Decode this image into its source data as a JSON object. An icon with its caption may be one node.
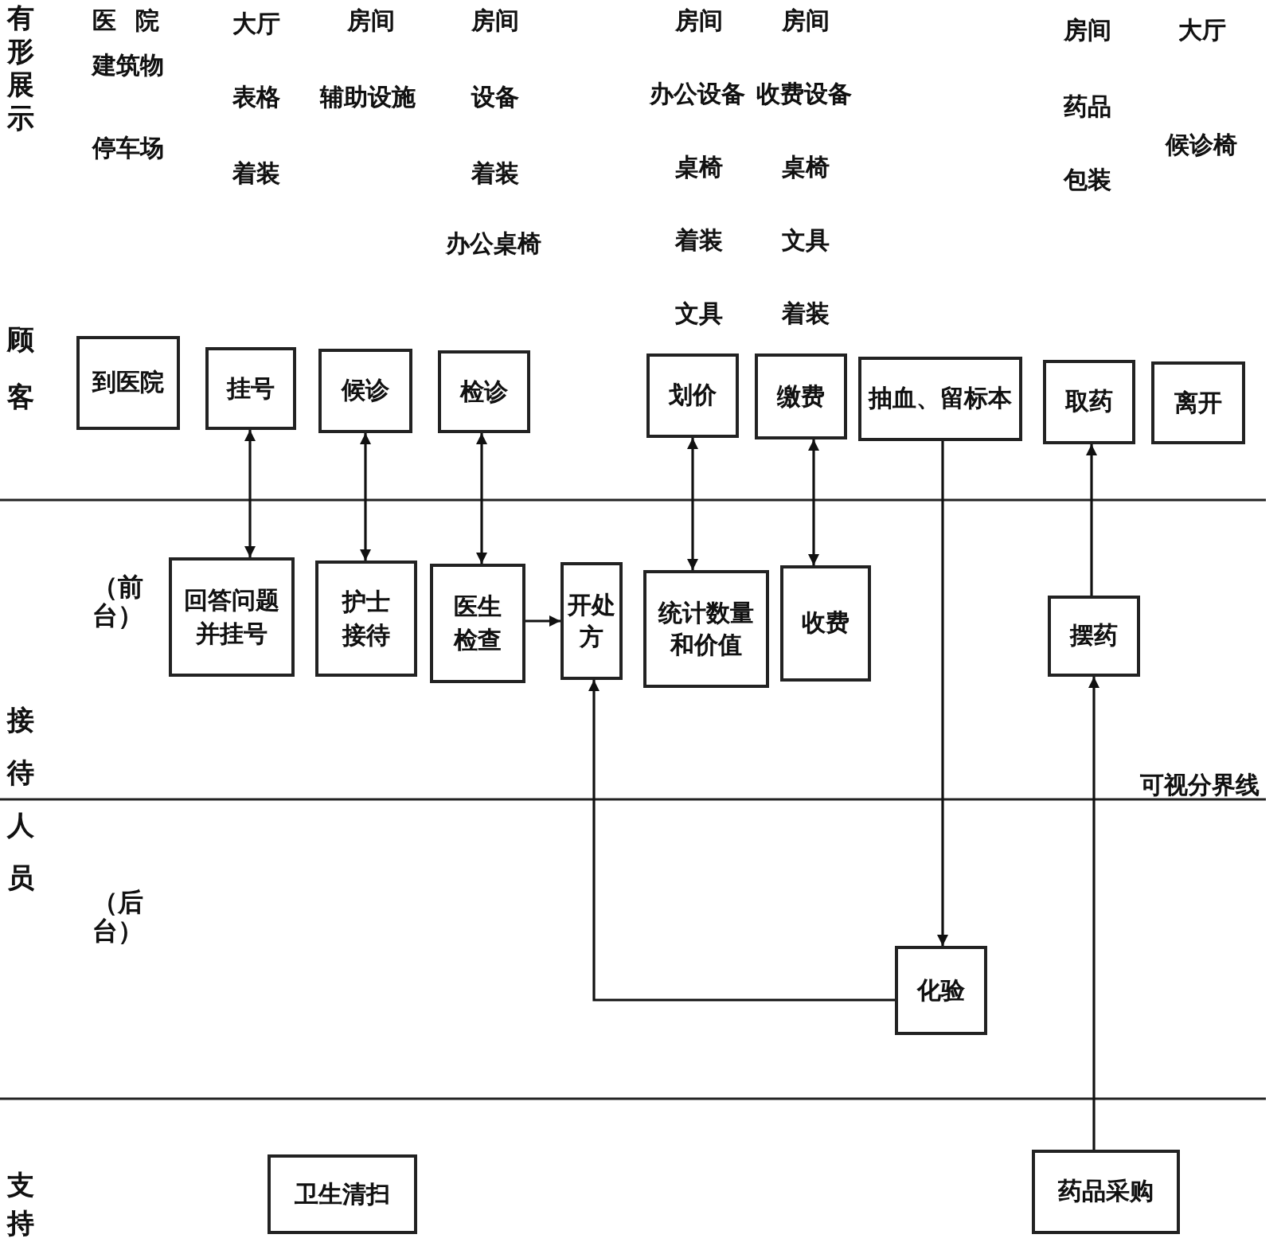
{
  "diagram": {
    "nodes": [
      {
        "text": [
          "到医院"
        ]
      },
      {
        "text": [
          "挂号"
        ]
      },
      {
        "text": [
          "候诊"
        ]
      },
      {
        "text": [
          "检诊"
        ]
      },
      {
        "text": [
          "划价"
        ]
      },
      {
        "text": [
          "缴费"
        ]
      },
      {
        "text": [
          "抽血、留标本"
        ]
      },
      {
        "text": [
          "取药"
        ]
      },
      {
        "text": [
          "离开"
        ]
      },
      {
        "text": [
          "回答问题并挂号"
        ]
      },
      {
        "text": [
          "护士接待"
        ]
      },
      {
        "text": [
          "医生检查"
        ]
      },
      {
        "text": [
          "开处方"
        ]
      },
      {
        "text": [
          "统计数量和价值"
        ]
      },
      {
        "text": [
          "收费"
        ]
      },
      {
        "text": [
          "摆药"
        ]
      },
      {
        "text": [
          "化验"
        ]
      },
      {
        "text": [
          "卫生清扫"
        ]
      },
      {
        "text": [
          "药品采购"
        ]
      }
    ],
    "edges": [
      {
        "from": 1,
        "to": 9,
        "arrow": "both"
      },
      {
        "from": 2,
        "to": 10,
        "arrow": "both"
      },
      {
        "from": 3,
        "to": 11,
        "arrow": "both"
      },
      {
        "from": 11,
        "to": 12,
        "arrow": "to"
      },
      {
        "from": 4,
        "to": 13,
        "arrow": "both"
      },
      {
        "from": 5,
        "to": 14,
        "arrow": "both"
      },
      {
        "from": 6,
        "to": 16,
        "arrow": "to"
      },
      {
        "from": 16,
        "to": 12,
        "arrow": "to"
      },
      {
        "from": 15,
        "to": 7,
        "arrow": "to"
      },
      {
        "from": 18,
        "to": 15,
        "arrow": "to"
      }
    ],
    "labels": [
      "有形展示",
      "医院",
      "建筑物",
      "停车场",
      "大厅",
      "表格",
      "着装",
      "房间",
      "辅助设施",
      "房间",
      "设备",
      "着装",
      "办公桌椅",
      "房间",
      "办公设备",
      "桌椅",
      "着装",
      "文具",
      "房间",
      "收费设备",
      "桌椅",
      "文具",
      "着装",
      "房间",
      "药品",
      "包装",
      "大厅",
      "候诊椅",
      "顾客",
      "（前台）",
      "接待人员",
      "可视分界线",
      "（后台）",
      "支持"
    ]
  }
}
